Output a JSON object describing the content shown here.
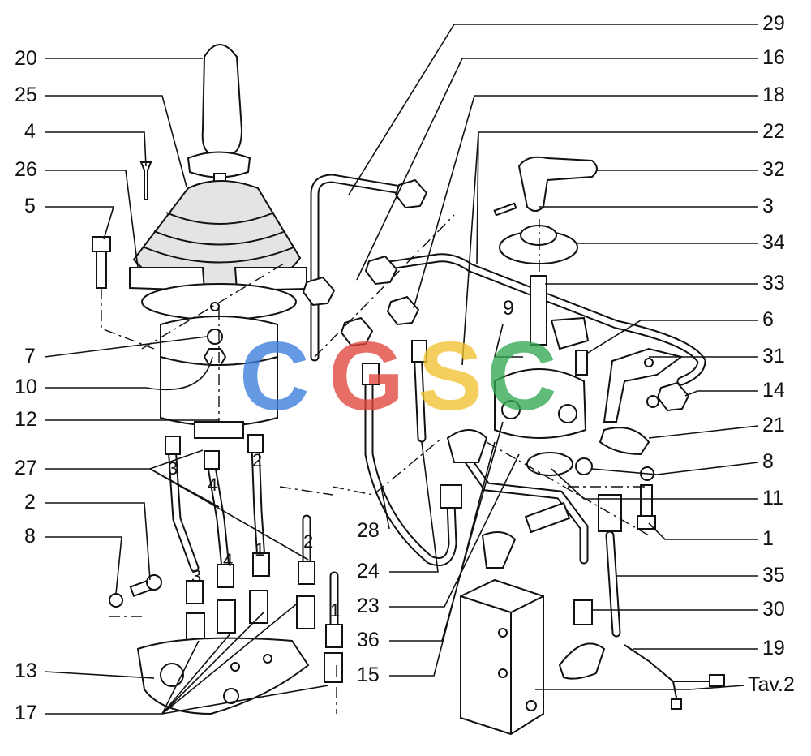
{
  "labels_left": [
    "20",
    "25",
    "4",
    "26",
    "5",
    "7",
    "10",
    "12",
    "27",
    "2",
    "8",
    "13",
    "17"
  ],
  "labels_bottom_center": [
    "28",
    "24",
    "23",
    "36",
    "15"
  ],
  "labels_right": [
    "29",
    "16",
    "18",
    "22",
    "32",
    "3",
    "34",
    "33",
    "6",
    "31",
    "14",
    "21",
    "8",
    "11",
    "1",
    "35",
    "30",
    "19",
    "Tav.2"
  ],
  "labels_inline": [
    "9"
  ],
  "hose_marks": [
    "3",
    "4",
    "2",
    "1",
    "4",
    "3",
    "2",
    "1"
  ],
  "watermark": {
    "letters": [
      "C",
      "G",
      "S",
      "C"
    ],
    "colors": [
      "#3b7ddd",
      "#e0463c",
      "#f1c232",
      "#35a853"
    ]
  }
}
